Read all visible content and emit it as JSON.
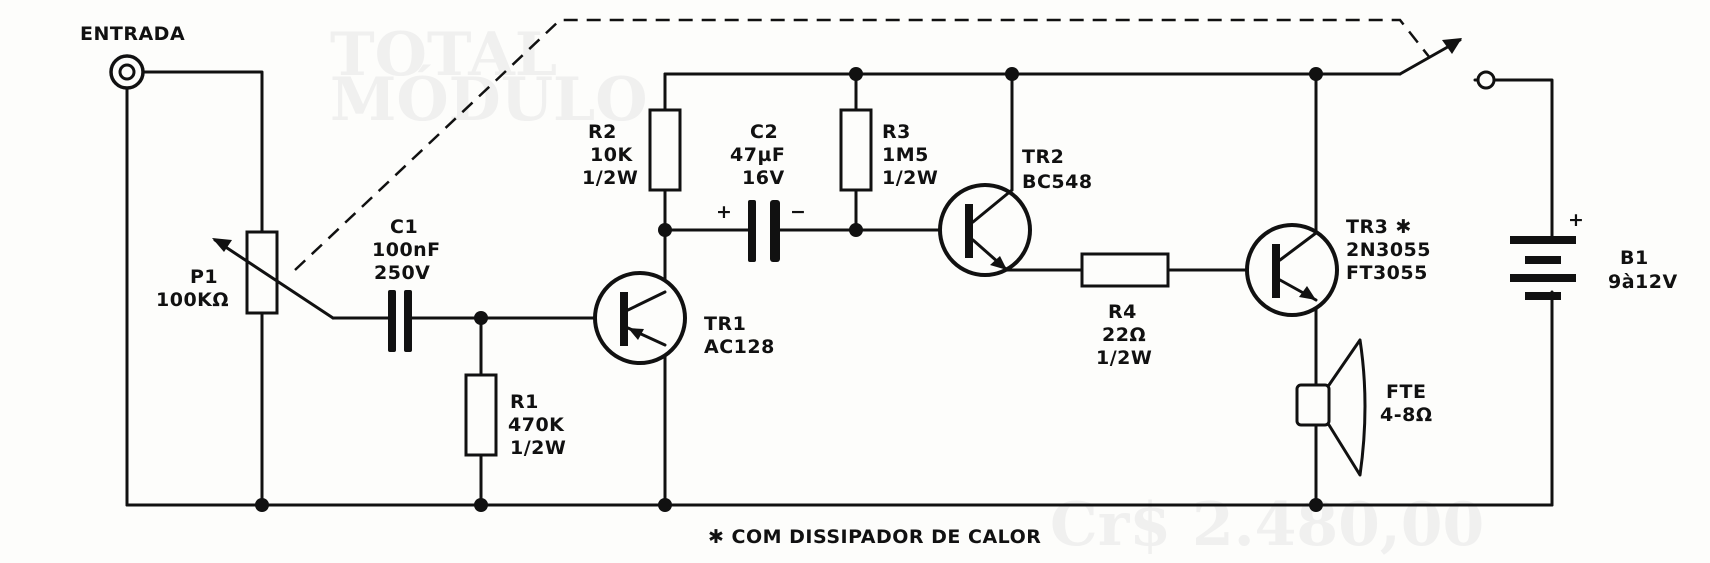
{
  "input": {
    "label": "ENTRADA"
  },
  "p1": {
    "name": "P1",
    "value": "100KΩ"
  },
  "c1": {
    "name": "C1",
    "value": "100nF",
    "rating": "250V"
  },
  "r1": {
    "name": "R1",
    "value": "470K",
    "power": "1/2W"
  },
  "r2": {
    "name": "R2",
    "value": "10K",
    "power": "1/2W"
  },
  "c2": {
    "name": "C2",
    "value": "47µF",
    "rating": "16V",
    "plus": "+",
    "minus": "−"
  },
  "r3": {
    "name": "R3",
    "value": "1M5",
    "power": "1/2W"
  },
  "tr1": {
    "name": "TR1",
    "part": "AC128"
  },
  "tr2": {
    "name": "TR2",
    "part": "BC548"
  },
  "tr3": {
    "name": "TR3 ✱",
    "part": "2N3055",
    "alt": "FT3055"
  },
  "r4": {
    "name": "R4",
    "value": "22Ω",
    "power": "1/2W"
  },
  "speaker": {
    "name": "FTE",
    "value": "4-8Ω"
  },
  "battery": {
    "name": "B1",
    "value": "9à12V",
    "plus": "+"
  },
  "footnote": "✱ COM DISSIPADOR DE CALOR"
}
